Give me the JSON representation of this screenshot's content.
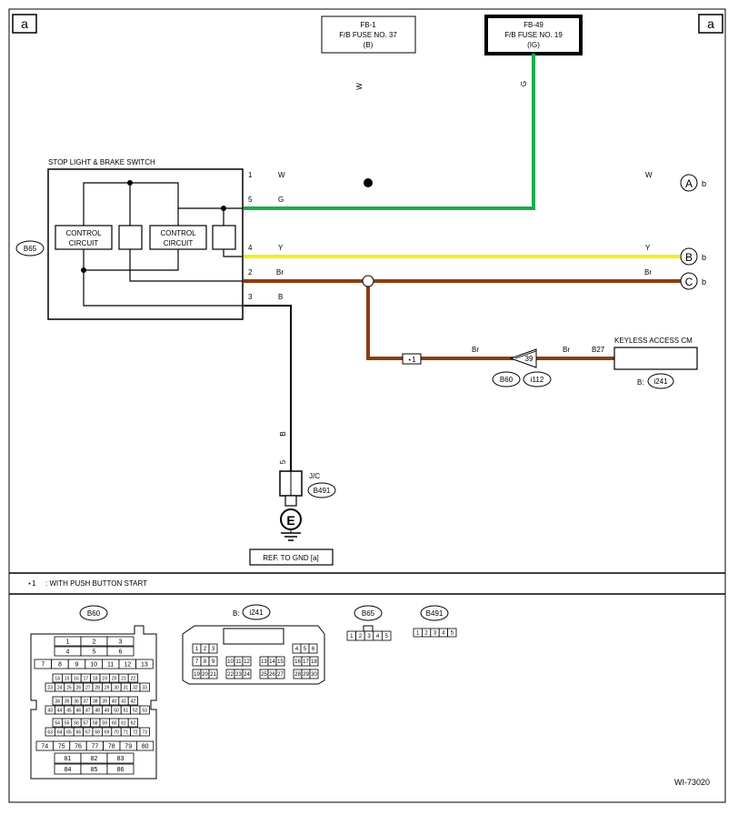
{
  "corner_labels": {
    "left": "a",
    "right": "a"
  },
  "fuses": {
    "fb1": {
      "id": "FB-1",
      "desc": "F/B FUSE NO. 37",
      "sub": "(B)"
    },
    "fb49": {
      "id": "FB-49",
      "desc": "F/B FUSE NO. 19",
      "sub": "(IG)"
    }
  },
  "wire_colors": {
    "w": "W",
    "g": "G",
    "y": "Y",
    "br": "Br",
    "b": "B"
  },
  "colors": {
    "green": "#1aad4b",
    "yellow": "#f4ee1b",
    "brown": "#8b3e10",
    "black": "#000000"
  },
  "switch": {
    "title": "STOP LIGHT & BRAKE SWITCH",
    "connector": "B65",
    "control_circuit": [
      "CONTROL",
      "CIRCUIT"
    ],
    "pins": [
      "1",
      "5",
      "4",
      "2",
      "3"
    ]
  },
  "connectors": {
    "a_circle": "A",
    "b_circle": "B",
    "c_circle": "C",
    "suffix": "b"
  },
  "keyless": {
    "title": "KEYLESS ACCESS CM",
    "pin": "B27",
    "conn_prefix": "B:",
    "conn": "i241",
    "star": "⋆1",
    "inline_pin": "39",
    "b60": "B60",
    "i112": "i112"
  },
  "jc": {
    "pin": "5",
    "label": "J/C",
    "conn": "B491",
    "ground": "E",
    "ref": "REF. TO GND [a]"
  },
  "footnote": {
    "mark": "⋆1",
    "text": ": WITH PUSH BUTTON START"
  },
  "connector_views": {
    "b60": {
      "label": "B60",
      "rows": [
        [
          "1",
          "2",
          "3"
        ],
        [
          "4",
          "5",
          "6"
        ],
        [
          "7",
          "8",
          "9",
          "10",
          "11",
          "12",
          "13"
        ],
        [
          "14",
          "15",
          "16",
          "17",
          "18",
          "19",
          "20",
          "21",
          "22"
        ],
        [
          "23",
          "24",
          "25",
          "26",
          "27",
          "28",
          "29",
          "30",
          "31",
          "32",
          "33"
        ],
        [
          "34",
          "35",
          "36",
          "37",
          "38",
          "39",
          "40",
          "41",
          "42"
        ],
        [
          "43",
          "44",
          "45",
          "46",
          "47",
          "48",
          "49",
          "50",
          "51",
          "52",
          "53"
        ],
        [
          "54",
          "55",
          "56",
          "57",
          "58",
          "59",
          "60",
          "61",
          "62"
        ],
        [
          "63",
          "64",
          "65",
          "66",
          "67",
          "68",
          "69",
          "70",
          "71",
          "72",
          "73"
        ],
        [
          "74",
          "75",
          "76",
          "77",
          "78",
          "79",
          "80"
        ],
        [
          "81",
          "82",
          "83"
        ],
        [
          "84",
          "85",
          "86"
        ]
      ]
    },
    "i241": {
      "label_prefix": "B:",
      "label": "i241",
      "rows": [
        [
          "1",
          "2",
          "3",
          "4",
          "5",
          "6"
        ],
        [
          "7",
          "8",
          "9",
          "10",
          "11",
          "12",
          "13",
          "14",
          "15",
          "16",
          "17",
          "18"
        ],
        [
          "19",
          "20",
          "21",
          "22",
          "23",
          "24",
          "25",
          "26",
          "27",
          "28",
          "29",
          "30"
        ]
      ]
    },
    "b65": {
      "label": "B65",
      "pins": [
        "1",
        "2",
        "3",
        "4",
        "5"
      ]
    },
    "b491": {
      "label": "B491",
      "pins": [
        "1",
        "2",
        "3",
        "4",
        "5"
      ]
    }
  },
  "figure_id": "WI-73020"
}
